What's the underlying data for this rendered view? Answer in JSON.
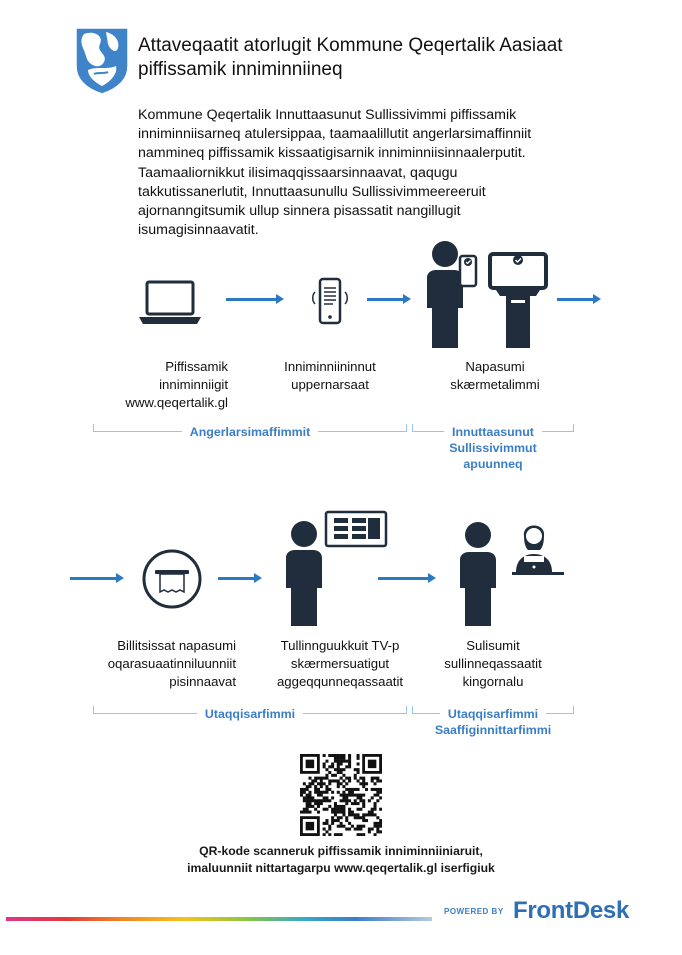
{
  "header": {
    "title_line1": "Attaveqaatit atorlugit Kommune  Qeqertalik Aasiaat",
    "title_line2": "piffissamik inniminniineq",
    "crest_icon": "municipal-crest-icon"
  },
  "intro": {
    "lines": [
      "Kommune Qeqertalik Innuttaasunut Sullissivimmi piffissamik",
      "inniminniisarneq atulersippaa, taamaalillutit angerlarsimaffinniit",
      "nammineq piffissamik kissaatigisarnik inniminniisinnaalerputit.",
      "Taamaaliornikkut ilisimaqqissaarsinnaavat, qaqugu",
      "takkutissanerlutit, Innuttaasunullu Sullissivimmeereeruit",
      "ajornanngitsumik ullup sinnera pisassatit nangillugit",
      "isumagisinnaavatit."
    ]
  },
  "row1": {
    "step1": {
      "lines": [
        "Piffissamik",
        "inniminniigit",
        "www.qeqertalik.gl"
      ],
      "icon": "laptop-icon"
    },
    "step2": {
      "lines": [
        "Inniminniininnut",
        "uppernarsaat"
      ],
      "icon": "smartphone-icon"
    },
    "step3": {
      "lines": [
        "Napasumi",
        "skærmetalimmi"
      ],
      "icon": "person-at-kiosk-icon"
    },
    "section_a": "Angerlarsimaffimmit",
    "section_b_lines": [
      "Innuttaasunut",
      "Sullissivimmut",
      "apuunneq"
    ]
  },
  "row2": {
    "step1": {
      "lines": [
        "Billitsissat napasumi",
        "oqarasuaatinniluunniit",
        "pisinnaavat"
      ],
      "icon": "ticket-icon"
    },
    "step2": {
      "lines": [
        "Tullinnguukkuit TV-p",
        "skærmersuatigut",
        "aggeqqunneqassaatit"
      ],
      "icon": "person-tv-screen-icon"
    },
    "step3": {
      "lines": [
        "Sulisumit",
        "sullinneqassaatit",
        "kingornalu"
      ],
      "icon": "person-with-staff-icon"
    },
    "section_a": "Utaqqisarfimmi",
    "section_b_lines": [
      "Utaqqisarfimmi",
      "Saaffiginnittarfimmi"
    ]
  },
  "qr": {
    "icon": "qr-code-icon",
    "caption_line1": "QR-kode scanneruk piffissamik inniminniiniaruit,",
    "caption_line2": "imaluunniit  nittartagarpu www.qeqertalik.gl iserfigiuk"
  },
  "footer": {
    "powered_by": "POWERED BY",
    "brand": "FrontDesk"
  },
  "colors": {
    "accent_blue": "#2b79c2",
    "icon_dark": "#1f2d3d",
    "section_blue": "#3a7ec6"
  }
}
